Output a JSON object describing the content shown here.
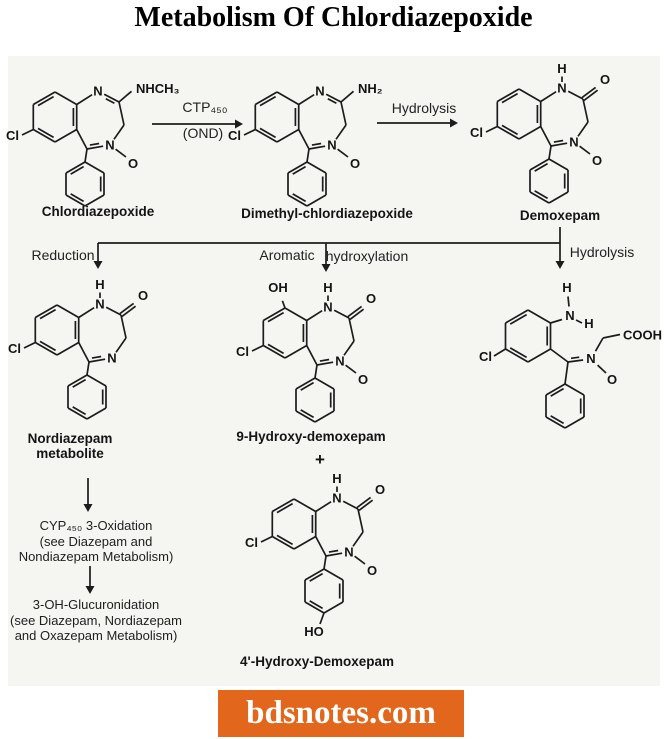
{
  "title": "Metabolism Of Chlordiazepoxide",
  "reactions": {
    "ctp_top": "CTP₄₅₀",
    "ctp_bottom": "(OND)",
    "hydrolysis_top": "Hydrolysis",
    "reduction": "Reduction",
    "aromatic": "Aromatic",
    "hydroxylation": "hydroxylation",
    "hydrolysis_right": "Hydrolysis",
    "plus": "+"
  },
  "atoms": {
    "nitrogen": "N",
    "oxygen": "O",
    "hydrogen": "H",
    "chlorine": "Cl",
    "hydroxyl": "OH",
    "hydroxyl_rev": "HO",
    "carboxyl": "COOH"
  },
  "structures": [
    {
      "id": "chlordiazepoxide",
      "name": "Chlordiazepoxide",
      "kind": "benzo",
      "variant": "amidine",
      "substituent": "NHCH₃",
      "n_oxide": true
    },
    {
      "id": "dimethyl-chlordiazepoxide",
      "name": "Dimethyl-chlordiazepoxide",
      "kind": "benzo",
      "variant": "amidine",
      "substituent": "NH₂",
      "n_oxide": true
    },
    {
      "id": "demoxepam",
      "name": "Demoxepam",
      "kind": "benzo",
      "variant": "lactam",
      "n_oxide": true
    },
    {
      "id": "nordiazepam-metabolite",
      "name": "Nordiazepam",
      "name2": "metabolite",
      "kind": "benzo",
      "variant": "lactam",
      "n_oxide": false
    },
    {
      "id": "9-hydroxy-demoxepam",
      "name": "9-Hydroxy-demoxepam",
      "kind": "benzo",
      "variant": "lactam",
      "n_oxide": true,
      "oh_9": true
    },
    {
      "id": "ring-opened-acid",
      "kind": "open"
    },
    {
      "id": "4-hydroxy-demoxepam",
      "name": "4'-Hydroxy-Demoxepam",
      "kind": "benzo",
      "variant": "lactam",
      "n_oxide": true,
      "oh_4prime": true
    }
  ],
  "notes": {
    "oxidation": [
      "CYP₄₅₀ 3-Oxidation",
      "(see Diazepam and",
      "Nondiazepam Metabolism)"
    ],
    "glucuronidation": [
      "3-OH-Glucuronidation",
      "(see Diazepam, Nordiazepam",
      "and Oxazepam Metabolism)"
    ]
  },
  "banner": {
    "text": "bdsnotes.com",
    "bg_color": "#e2661c",
    "text_color": "#ffffff"
  }
}
